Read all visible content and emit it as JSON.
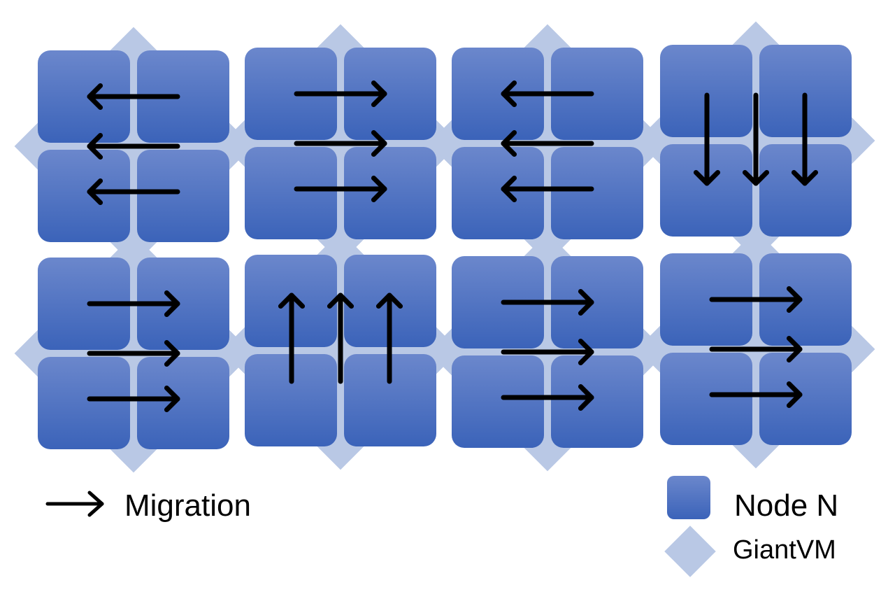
{
  "colors": {
    "node_top": "#6b87cc",
    "node_bottom": "#3b63b9",
    "giantvm": "#b9c8e5",
    "arrow": "#000000",
    "background": "#ffffff"
  },
  "groups": [
    {
      "id": "r1c1",
      "direction": "left"
    },
    {
      "id": "r1c2",
      "direction": "right"
    },
    {
      "id": "r1c3",
      "direction": "left"
    },
    {
      "id": "r1c4",
      "direction": "down"
    },
    {
      "id": "r2c1",
      "direction": "right"
    },
    {
      "id": "r2c2",
      "direction": "up"
    },
    {
      "id": "r2c3",
      "direction": "right"
    },
    {
      "id": "r2c4",
      "direction": "right"
    }
  ],
  "legend": {
    "migration_label": "Migration",
    "node_label": "Node N",
    "giantvm_label": "GiantVM",
    "migration_icon": "arrow-right-icon",
    "node_icon": "rounded-square-icon",
    "giantvm_icon": "diamond-icon"
  }
}
